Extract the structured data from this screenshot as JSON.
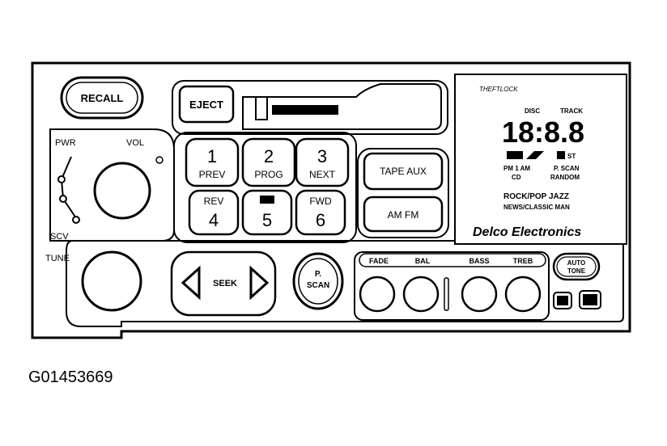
{
  "figure_id": "G01453669",
  "buttons": {
    "recall": "RECALL",
    "eject": "EJECT",
    "preset_1_num": "1",
    "preset_1_label": "PREV",
    "preset_2_num": "2",
    "preset_2_label": "PROG",
    "preset_3_num": "3",
    "preset_3_label": "NEXT",
    "preset_4_num": "4",
    "preset_4_label": "REV",
    "preset_5_num": "5",
    "preset_6_num": "6",
    "preset_6_label": "FWD",
    "tape_aux": "TAPE  AUX",
    "am_fm": "AM  FM",
    "seek": "SEEK",
    "pscan_top": "P.",
    "pscan_bottom": "SCAN",
    "auto_tone_top": "AUTO",
    "auto_tone_bottom": "TONE"
  },
  "labels": {
    "pwr": "PWR",
    "vol": "VOL",
    "scv": "SCV",
    "tune": "TUNE",
    "fade": "FADE",
    "bal": "BAL",
    "bass": "BASS",
    "treb": "TREB"
  },
  "display": {
    "theftlock": "THEFTLOCK",
    "disc": "DISC",
    "track": "TRACK",
    "digits": "18:8.8",
    "st": "ST",
    "pm_am": "PM 1 AM",
    "pscan": "P. SCAN",
    "cd": "CD",
    "random": "RANDOM",
    "genres_1": "ROCK/POP JAZZ",
    "genres_2": "NEWS/CLASSIC MAN",
    "brand": "Delco Electronics"
  }
}
